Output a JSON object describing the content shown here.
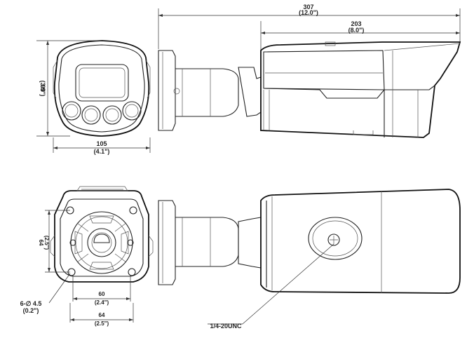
{
  "dimensions": {
    "total_length_mm": "307",
    "total_length_in": "(12.0\")",
    "body_length_mm": "203",
    "body_length_in": "(8.0\")",
    "height_mm": "99",
    "height_in": "(3.9\")",
    "front_width_mm": "105",
    "front_width_in": "(4.1\")",
    "mount_height_mm": "64",
    "mount_height_in": "(2.5\")",
    "hole_spacing_mm": "60",
    "hole_spacing_in": "(2.4\")",
    "base_width_mm": "64",
    "base_width_in": "(2.5\")",
    "hole_spec": "6-∅ 4.5",
    "hole_spec_in": "(0.2\")",
    "thread_spec": "1/4-20UNC"
  }
}
